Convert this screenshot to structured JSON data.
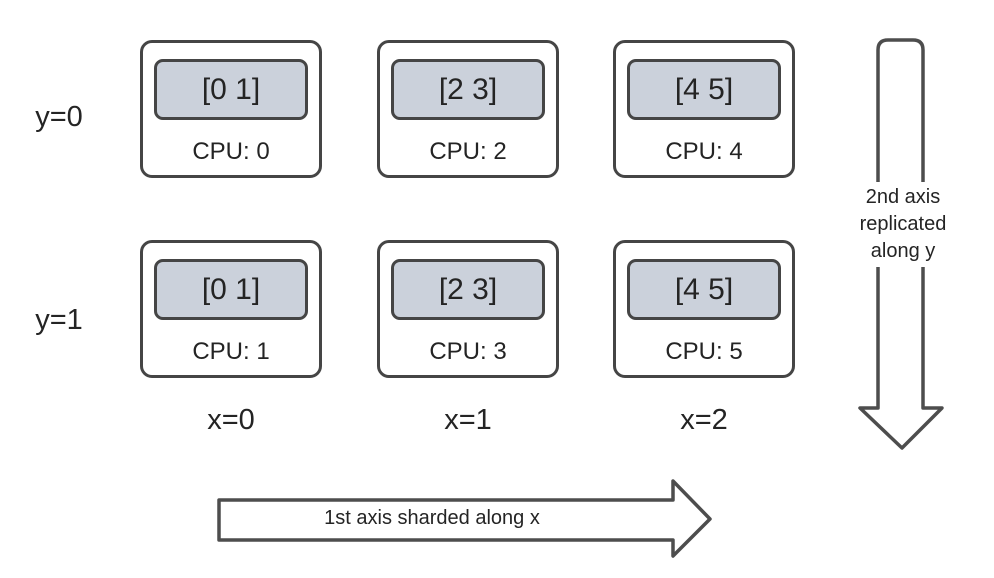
{
  "diagram": {
    "row_labels": [
      "y=0",
      "y=1"
    ],
    "col_labels": [
      "x=0",
      "x=1",
      "x=2"
    ],
    "devices": [
      {
        "shard": "[0 1]",
        "cpu": "CPU: 0"
      },
      {
        "shard": "[2 3]",
        "cpu": "CPU: 2"
      },
      {
        "shard": "[4 5]",
        "cpu": "CPU: 4"
      },
      {
        "shard": "[0 1]",
        "cpu": "CPU: 1"
      },
      {
        "shard": "[2 3]",
        "cpu": "CPU: 3"
      },
      {
        "shard": "[4 5]",
        "cpu": "CPU: 5"
      }
    ],
    "arrows": {
      "horizontal": {
        "label": "1st axis sharded along x",
        "direction": "right"
      },
      "vertical": {
        "lines": [
          "2nd axis",
          "replicated",
          "along y"
        ],
        "direction": "down"
      }
    },
    "colors": {
      "shard_fill": "#cbd1db",
      "box_border": "#454545",
      "arrow_stroke": "#4d4d4d",
      "text": "#242424",
      "background": "#ffffff"
    }
  }
}
